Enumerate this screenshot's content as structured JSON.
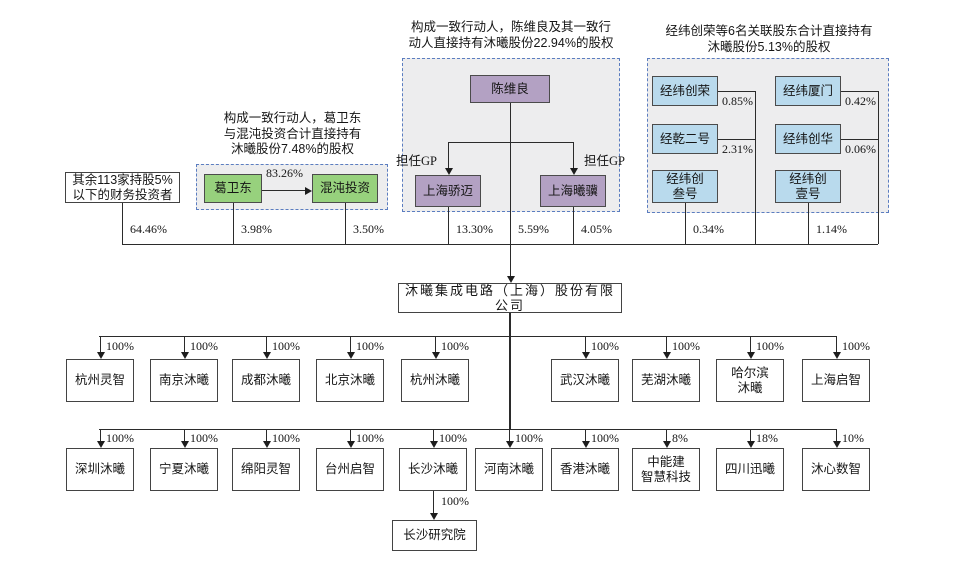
{
  "annotations": {
    "group1": "构成一致行动人，葛卫东\n与混沌投资合计直接持有\n沐曦股份7.48%的股权",
    "group2": "构成一致行动人，陈维良及其一致行\n动人直接持有沐曦股份22.94%的股权",
    "group3": "经纬创荣等6名关联股东合计直接持有\n沐曦股份5.13%的股权"
  },
  "entities": {
    "other_investors": "其余113家持股5%\n以下的财务投资者",
    "gewedong": "葛卫东",
    "hundun": "混沌投资",
    "chenweiliang": "陈维良",
    "shanghai_jiaomai": "上海骄迈",
    "shanghai_xiji": "上海曦骥",
    "jingwei_chuangrong": "经纬创荣",
    "jingwei_xiamen": "经纬厦门",
    "jingqian_erhao": "经乾二号",
    "jingwei_chuanghua": "经纬创华",
    "jingwei_chuangsan": "经纬创\n叁号",
    "jingwei_chuangyi": "经纬创\n壹号"
  },
  "company": "沐曦集成电路（上海）股份有限公司",
  "pcts": {
    "p6446": "64.46%",
    "p8326": "83.26%",
    "p398": "3.98%",
    "p350": "3.50%",
    "p1330": "13.30%",
    "p559": "5.59%",
    "p405": "4.05%",
    "p085": "0.85%",
    "p231": "2.31%",
    "p042": "0.42%",
    "p006": "0.06%",
    "p034": "0.34%",
    "p114": "1.14%",
    "gp": "担任GP"
  },
  "subsidiaries_row1": [
    {
      "name": "杭州灵智",
      "pct": "100%"
    },
    {
      "name": "南京沐曦",
      "pct": "100%"
    },
    {
      "name": "成都沐曦",
      "pct": "100%"
    },
    {
      "name": "北京沐曦",
      "pct": "100%"
    },
    {
      "name": "杭州沐曦",
      "pct": "100%"
    },
    {
      "name": "武汉沐曦",
      "pct": "100%"
    },
    {
      "name": "芜湖沐曦",
      "pct": "100%"
    },
    {
      "name": "哈尔滨\n沐曦",
      "pct": "100%"
    },
    {
      "name": "上海启智",
      "pct": "100%"
    }
  ],
  "subsidiaries_row2": [
    {
      "name": "深圳沐曦",
      "pct": "100%"
    },
    {
      "name": "宁夏沐曦",
      "pct": "100%"
    },
    {
      "name": "绵阳灵智",
      "pct": "100%"
    },
    {
      "name": "台州启智",
      "pct": "100%"
    },
    {
      "name": "长沙沐曦",
      "pct": "100%"
    },
    {
      "name": "河南沐曦",
      "pct": "100%"
    },
    {
      "name": "香港沐曦",
      "pct": "100%"
    },
    {
      "name": "中能建\n智慧科技",
      "pct": "8%"
    },
    {
      "name": "四川迅曦",
      "pct": "18%"
    },
    {
      "name": "沐心数智",
      "pct": "10%"
    }
  ],
  "research": {
    "name": "长沙研究院",
    "pct": "100%"
  },
  "colors": {
    "green_fill": "#97d17d",
    "purple_fill": "#b3a1c3",
    "blue_fill": "#b9daed",
    "group_fill": "#ededee",
    "group_border": "#5b7dc0",
    "box_border": "#434343",
    "line": "#2b2b2b"
  }
}
